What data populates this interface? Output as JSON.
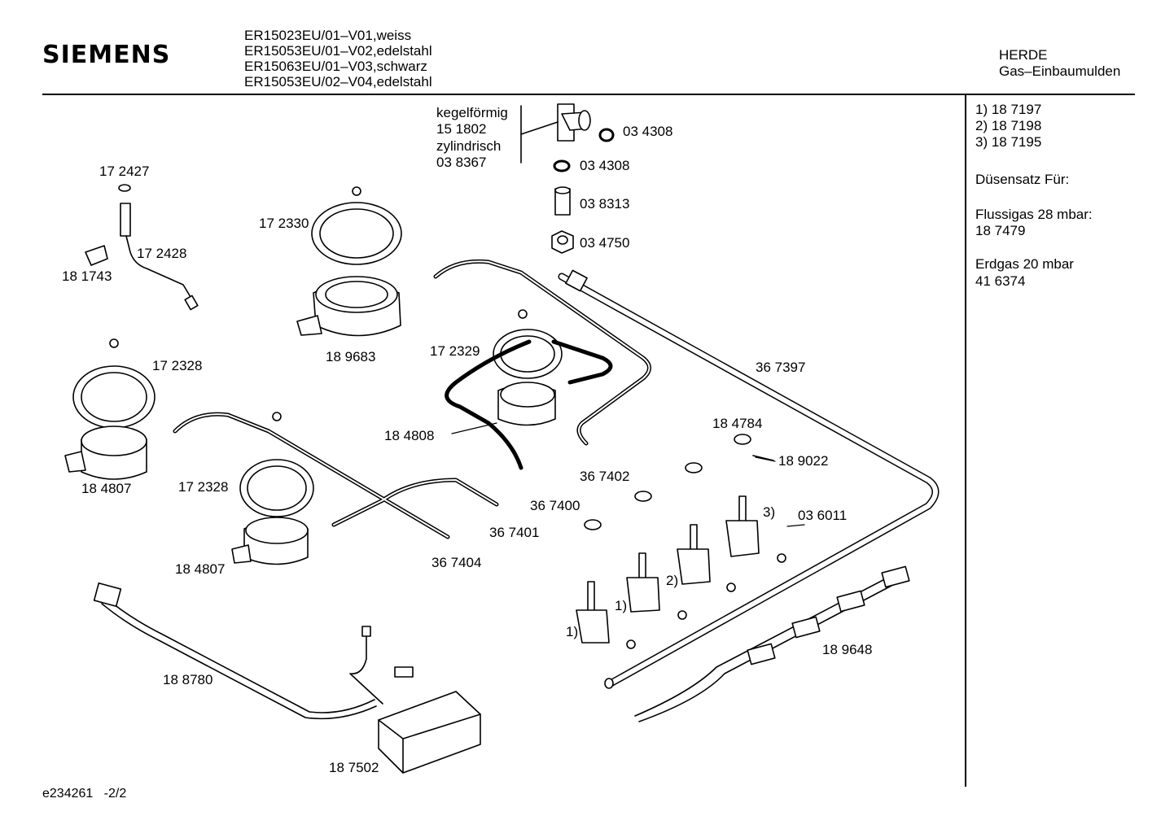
{
  "header": {
    "brand": "SIEMENS",
    "models": [
      "ER15023EU/01–V01,weiss",
      "ER15053EU/01–V02,edelstahl",
      "ER15063EU/01–V03,schwarz",
      "ER15053EU/02–V04,edelstahl"
    ],
    "category_line1": "HERDE",
    "category_line2": "Gas–Einbaumulden"
  },
  "sidebar": {
    "refs": [
      "1) 18 7197",
      "2) 18 7198",
      "3) 18 7195"
    ],
    "nozzle_title": "Düsensatz Für:",
    "lpg_label": "Flussigas 28 mbar:",
    "lpg_value": "18 7479",
    "ng_label": "Erdgas 20 mbar",
    "ng_value": "41 6374"
  },
  "parts": {
    "kegel": "kegelförmig",
    "kegel_no": "15 1802",
    "zylinder": "zylindrisch",
    "zylinder_no": "03 8367",
    "p034308a": "03 4308",
    "p034308b": "03 4308",
    "p038313": "03 8313",
    "p034750": "03 4750",
    "p172427": "17 2427",
    "p172428": "17 2428",
    "p181743": "18 1743",
    "p172330": "17 2330",
    "p189683": "18 9683",
    "p172328a": "17 2328",
    "p172329": "17 2329",
    "p367397": "36 7397",
    "p184808": "18 4808",
    "p184807a": "18 4807",
    "p172328b": "17 2328",
    "p184807b": "18 4807",
    "p367402": "36 7402",
    "p367400": "36 7400",
    "p367401": "36 7401",
    "p367404": "36 7404",
    "p184784": "18 4784",
    "p189022": "18 9022",
    "p036011": "03 6011",
    "ref3": "3)",
    "ref2": "2)",
    "ref1a": "1)",
    "ref1b": "1)",
    "p189648": "18 9648",
    "p188780": "18 8780",
    "p187502": "18 7502"
  },
  "footer": {
    "doc_id": "e234261",
    "page": "-2/2"
  }
}
